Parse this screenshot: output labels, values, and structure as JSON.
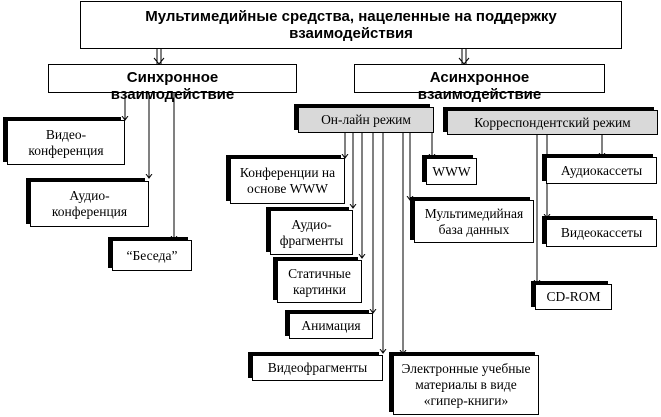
{
  "root": {
    "title": "Мультимедийные средства, нацеленные на поддержку взаимодействия"
  },
  "sync": {
    "title": "Синхронное взаимодействие",
    "items": [
      "Видео-конференция",
      "Аудио-конференция",
      "“Беседа”"
    ]
  },
  "async": {
    "title": "Асинхронное взаимодействие",
    "online": {
      "title": "Он-лайн режим",
      "items": [
        "Конференции на основе WWW",
        "Аудио-фрагменты",
        "Статичные картинки",
        "Анимация",
        "Видеофрагменты",
        "Электронные учебные материалы в виде «гипер-книги»",
        "WWW",
        "Мультимедийная база данных"
      ]
    },
    "correspondence": {
      "title": "Корреспондентский режим",
      "items": [
        "Аудиокассеты",
        "Видеокассеты",
        "CD-ROM"
      ]
    }
  }
}
